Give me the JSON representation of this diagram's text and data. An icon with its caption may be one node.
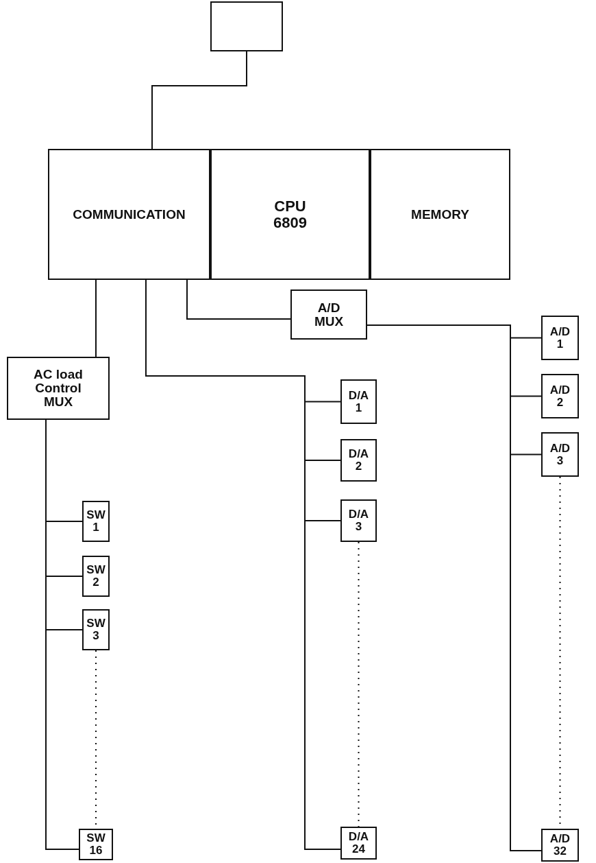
{
  "diagram": {
    "nodes": [
      {
        "text": [],
        "shape": "box"
      },
      {
        "text": [
          "COMMUNICATION"
        ]
      },
      {
        "text": [
          "CPU 6809"
        ]
      },
      {
        "text": [
          "MEMORY"
        ]
      },
      {
        "text": [
          "A/D MUX"
        ]
      },
      {
        "text": [
          "AC load Control MUX"
        ]
      },
      {
        "text": [
          "D/A 1"
        ]
      },
      {
        "text": [
          "D/A 2"
        ]
      },
      {
        "text": [
          "D/A 3"
        ]
      },
      {
        "text": [
          "D/A 24"
        ]
      },
      {
        "text": [
          "A/D 1"
        ]
      },
      {
        "text": [
          "A/D 2"
        ]
      },
      {
        "text": [
          "A/D 3"
        ]
      },
      {
        "text": [
          "A/D 32"
        ]
      },
      {
        "text": [
          "SW 1"
        ]
      },
      {
        "text": [
          "SW 2"
        ]
      },
      {
        "text": [
          "SW 3"
        ]
      },
      {
        "text": [
          "SW 16"
        ]
      }
    ],
    "edges": [
      {
        "from": 0,
        "to": 1,
        "arrow": "none"
      },
      {
        "from": 1,
        "to": 5,
        "arrow": "none"
      },
      {
        "from": 5,
        "to": 14,
        "arrow": "none"
      },
      {
        "from": 5,
        "to": 15,
        "arrow": "none"
      },
      {
        "from": 5,
        "to": 16,
        "arrow": "none"
      },
      {
        "from": 5,
        "to": 17,
        "arrow": "none"
      },
      {
        "from": 1,
        "to": 6,
        "arrow": "none"
      },
      {
        "from": 1,
        "to": 7,
        "arrow": "none"
      },
      {
        "from": 1,
        "to": 8,
        "arrow": "none"
      },
      {
        "from": 1,
        "to": 9,
        "arrow": "none"
      },
      {
        "from": 1,
        "to": 4,
        "arrow": "none"
      },
      {
        "from": 4,
        "to": 10,
        "arrow": "none"
      },
      {
        "from": 4,
        "to": 11,
        "arrow": "none"
      },
      {
        "from": 4,
        "to": 12,
        "arrow": "none"
      },
      {
        "from": 4,
        "to": 13,
        "arrow": "none"
      },
      {
        "from": 16,
        "to": 17,
        "arrow": "none",
        "style": "dashed"
      },
      {
        "from": 8,
        "to": 9,
        "arrow": "none",
        "style": "dashed"
      },
      {
        "from": 12,
        "to": 13,
        "arrow": "none",
        "style": "dashed"
      }
    ]
  }
}
